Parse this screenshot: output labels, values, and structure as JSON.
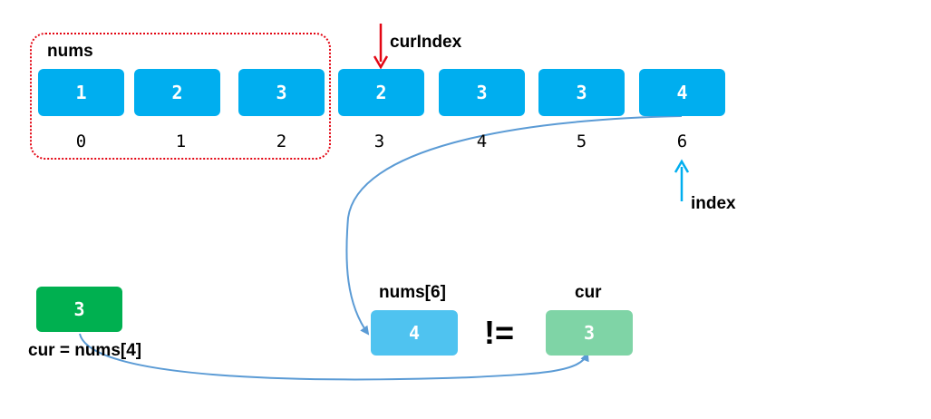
{
  "array": {
    "label": "nums",
    "values": [
      "1",
      "2",
      "3",
      "2",
      "3",
      "3",
      "4"
    ],
    "indices": [
      "0",
      "1",
      "2",
      "3",
      "4",
      "5",
      "6"
    ],
    "cell_color": "#00aeef"
  },
  "pointers": {
    "curIndex": {
      "label": "curIndex",
      "position": 3,
      "color": "#e30613"
    },
    "index": {
      "label": "index",
      "position": 6,
      "color": "#00aeef"
    }
  },
  "cur_box": {
    "value": "3",
    "caption": "cur = nums[4]",
    "color": "#00b050"
  },
  "comparison": {
    "left_label": "nums[6]",
    "left_value": "4",
    "left_color": "#4fc3f0",
    "operator": "!=",
    "right_label": "cur",
    "right_value": "3",
    "right_color": "#7fd4a6"
  },
  "highlight": {
    "indices": [
      0,
      1,
      2
    ],
    "color": "#e30613"
  },
  "arrow_color": "#5b9bd5"
}
